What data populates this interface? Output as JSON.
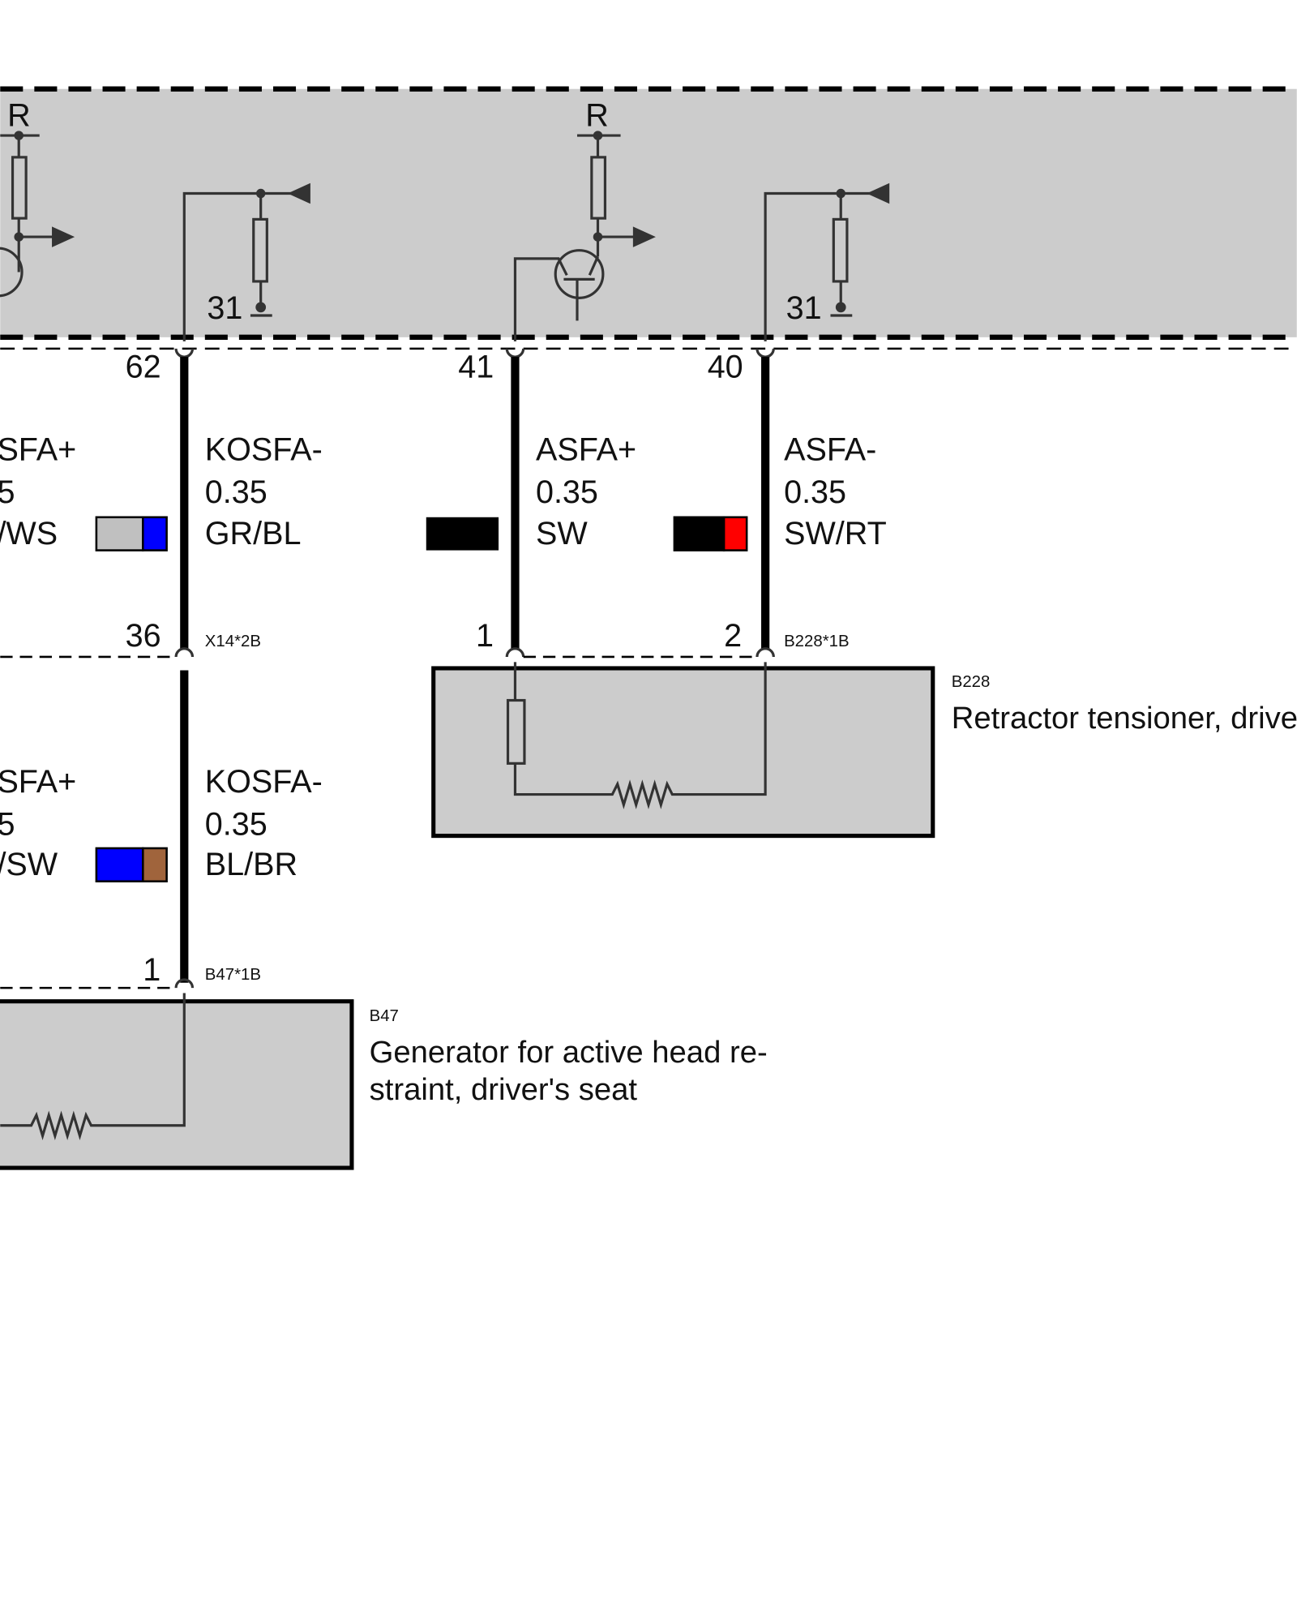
{
  "control_unit": {
    "supply_label_left": "R",
    "supply_label_right": "R",
    "ground_label_1": "31",
    "ground_label_2": "31"
  },
  "pins_top": {
    "p62": "62",
    "p41": "41",
    "p40": "40"
  },
  "wires_upper": [
    {
      "signal": "SFA+",
      "size": "5",
      "color": "/WS"
    },
    {
      "signal": "KOSFA-",
      "size": "0.35",
      "color": "GR/BL",
      "swatch": [
        "#c0c0c0",
        "#0000ff"
      ]
    },
    {
      "signal": "ASFA+",
      "size": "0.35",
      "color": "SW",
      "swatch": [
        "#000000"
      ]
    },
    {
      "signal": "ASFA-",
      "size": "0.35",
      "color": "SW/RT",
      "swatch": [
        "#000000",
        "#ff0000"
      ]
    }
  ],
  "connector_row": {
    "p36": "36",
    "x14": "X14*2B",
    "p1": "1",
    "p2": "2",
    "b228_conn": "B228*1B"
  },
  "wires_lower": [
    {
      "signal": "SFA+",
      "size": "5",
      "color": "/SW"
    },
    {
      "signal": "KOSFA-",
      "size": "0.35",
      "color": "BL/BR",
      "swatch": [
        "#0000ff",
        "#a0643c"
      ]
    }
  ],
  "b47_connector": {
    "pin": "1",
    "name": "B47*1B"
  },
  "components": {
    "b228": {
      "id": "B228",
      "description": "Retractor tensioner, drive"
    },
    "b47": {
      "id": "B47",
      "description_line1": "Generator for active head re-",
      "description_line2": "straint, driver's seat"
    }
  },
  "colors": {
    "module_fill": "#cccccc",
    "wire": "#000000",
    "symbol": "#333333"
  }
}
